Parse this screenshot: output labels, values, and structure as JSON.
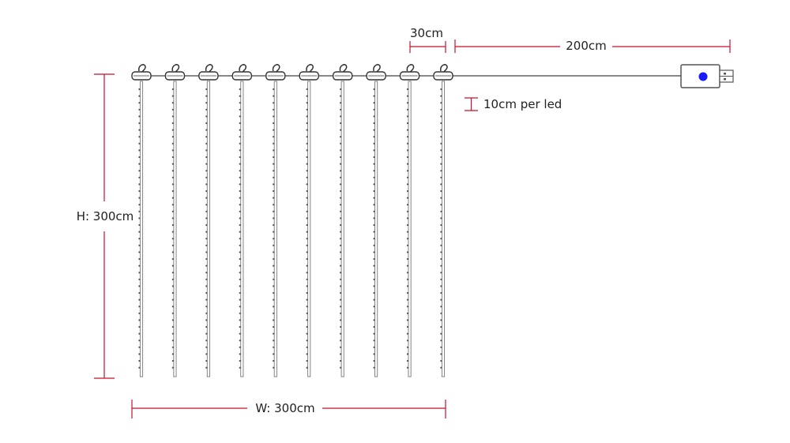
{
  "labels": {
    "strand_spacing": "30cm",
    "lead_cable": "200cm",
    "led_pitch": "10cm per led",
    "height": "H: 300cm",
    "width": "W: 300cm"
  },
  "diagram": {
    "strand_count": 10,
    "dimension_color": "#c8102e",
    "wire_color": "#888888",
    "button_color": "#1a1aff"
  }
}
